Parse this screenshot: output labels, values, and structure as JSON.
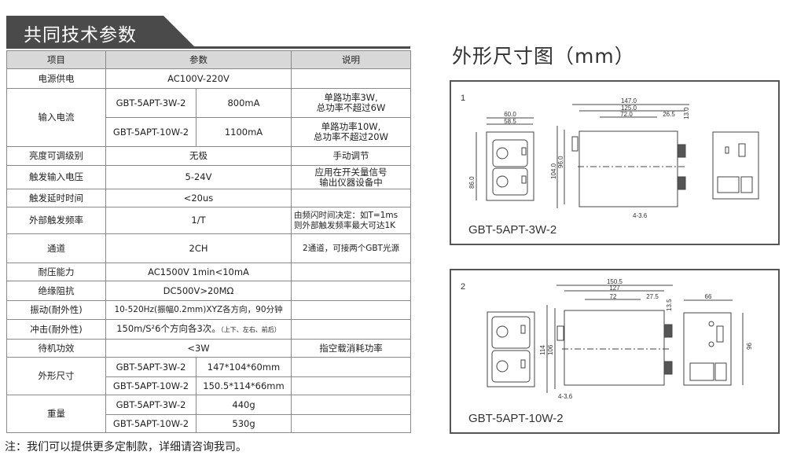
{
  "section_title": "共同技术参数",
  "table": {
    "headers": [
      "项目",
      "参数",
      "说明"
    ],
    "rows": {
      "power": {
        "item": "电源供电",
        "value": "AC100V-220V",
        "note": ""
      },
      "current": {
        "item": "输入电流",
        "sub": [
          {
            "model": "GBT-5APT-3W-2",
            "value": "800mA",
            "note1": "单路功率3W,",
            "note2": "总功率不超过6W"
          },
          {
            "model": "GBT-5APT-10W-2",
            "value": "1100mA",
            "note1": "单路功率10W,",
            "note2": "总功率不超过20W"
          }
        ]
      },
      "brightness": {
        "item": "亮度可调级别",
        "value": "无极",
        "note": "手动调节"
      },
      "trigger_voltage": {
        "item": "触发输入电压",
        "value": "5-24V",
        "note1": "应用在开关量信号",
        "note2": "输出仪器设备中"
      },
      "trigger_delay": {
        "item": "触发延时时间",
        "value": "<20us",
        "note": ""
      },
      "trigger_freq": {
        "item": "外部触发频率",
        "value": "1/T",
        "note1": "由频闪时间决定：如T=1ms",
        "note2": "则外部触发频率最大可达1K"
      },
      "channel": {
        "item": "通道",
        "value": "2CH",
        "note": "2通道，可接两个GBT光源"
      },
      "withstand": {
        "item": "耐压能力",
        "value": "AC1500V 1min<10mA",
        "note": ""
      },
      "insulation": {
        "item": "绝缘阻抗",
        "value": "DC500V>20MΩ",
        "note": ""
      },
      "vibration": {
        "item": "振动(耐外性)",
        "value": "10-520Hz(振幅0.2mm)XYZ各方向，90分钟",
        "note": ""
      },
      "shock": {
        "item": "冲击(耐外性)",
        "value": "150m/S²6个方向各3次。",
        "value_small": "（上下、左右、前后）",
        "note": ""
      },
      "standby": {
        "item": "待机功效",
        "value": "<3W",
        "note": "指空载消耗功率"
      },
      "dimensions": {
        "item": "外形尺寸",
        "sub": [
          {
            "model": "GBT-5APT-3W-2",
            "value": "147*104*60mm"
          },
          {
            "model": "GBT-5APT-10W-2",
            "value": "150.5*114*66mm"
          }
        ]
      },
      "weight": {
        "item": "重量",
        "sub": [
          {
            "model": "GBT-5APT-3W-2",
            "value": "440g"
          },
          {
            "model": "GBT-5APT-10W-2",
            "value": "530g"
          }
        ]
      }
    }
  },
  "note": "注：我们可以提供更多定制款，详细请咨询我司。",
  "diagram_title": "外形尺寸图（mm）",
  "diagrams": [
    {
      "index": "1",
      "model": "GBT-5APT-3W-2",
      "dims": {
        "w1": "60.0",
        "w2": "58.5",
        "h": "86.0",
        "l1": "147.0",
        "l2": "125.0",
        "l3": "72.0",
        "l4": "26.5",
        "l5": "13.0",
        "h1": "104.0",
        "h2": "96.0",
        "hole": "4-3.6"
      }
    },
    {
      "index": "2",
      "model": "GBT-5APT-10W-2",
      "dims": {
        "l1": "150.5",
        "l2": "127",
        "l3": "72",
        "l4": "27.5",
        "l5": "13.5",
        "h1": "114",
        "h2": "106",
        "hole": "4-3.6",
        "w": "66",
        "h": "96"
      }
    }
  ]
}
